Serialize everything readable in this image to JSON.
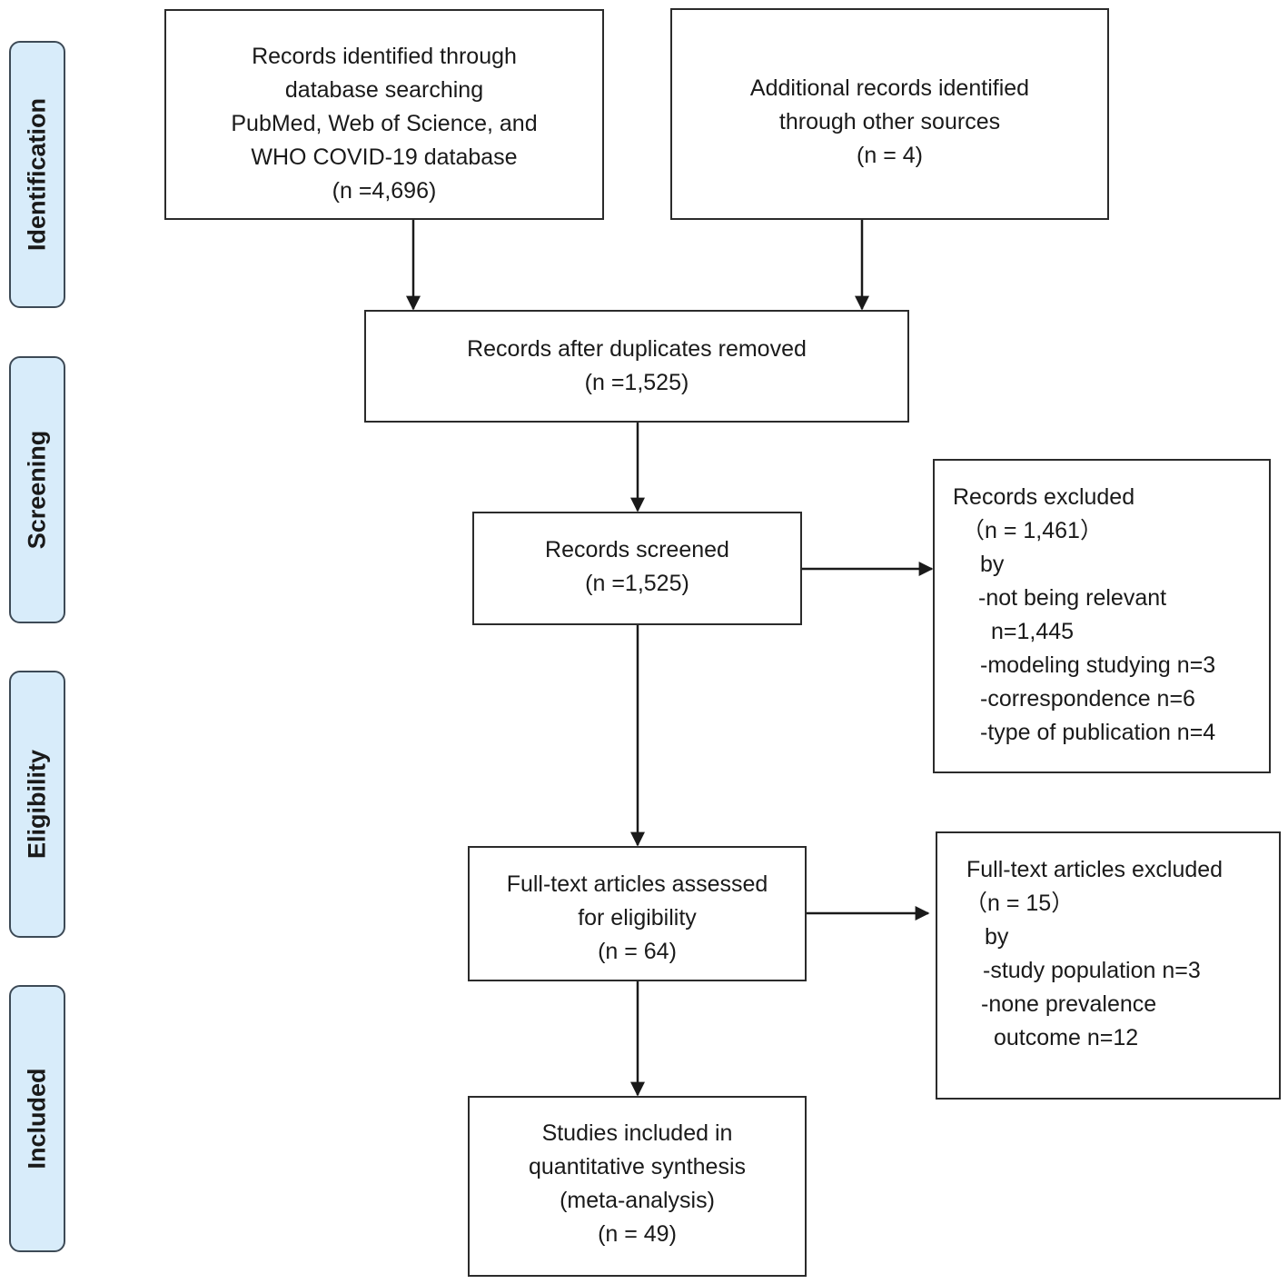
{
  "stages": [
    {
      "id": "identification",
      "label": "Identification"
    },
    {
      "id": "screening",
      "label": "Screening"
    },
    {
      "id": "eligibility",
      "label": "Eligibility"
    },
    {
      "id": "included",
      "label": "Included"
    }
  ],
  "boxes": {
    "database_records": {
      "lines": [
        "Records identified through",
        "database searching",
        "PubMed, Web of Science, and",
        "WHO COVID-19 database",
        "(n =4,696)"
      ]
    },
    "other_sources": {
      "lines": [
        "Additional records identified",
        "through other sources",
        "(n = 4)"
      ]
    },
    "after_duplicates": {
      "lines": [
        "Records after duplicates removed",
        "(n =1,525)"
      ]
    },
    "screened": {
      "lines": [
        "Records screened",
        "(n =1,525)"
      ]
    },
    "records_excluded": {
      "lines": [
        "Records excluded",
        "（n = 1,461）",
        "by",
        "-not being relevant",
        "n=1,445",
        "-modeling studying n=3",
        "-correspondence n=6",
        "-type of publication n=4"
      ]
    },
    "fulltext_assessed": {
      "lines": [
        "Full-text articles assessed",
        "for eligibility",
        "(n = 64)"
      ]
    },
    "fulltext_excluded": {
      "lines": [
        "Full-text articles excluded",
        "（n = 15）",
        "by",
        "-study population n=3",
        "-none prevalence",
        "outcome n=12"
      ]
    },
    "included_studies": {
      "lines": [
        "Studies included in",
        "quantitative synthesis",
        "(meta-analysis)",
        "(n = 49)"
      ]
    }
  },
  "colors": {
    "stage_fill": "#d8ecfa",
    "stage_border": "#3d4a56",
    "box_border": "#2b2b2b",
    "arrow": "#1a1a1a"
  }
}
